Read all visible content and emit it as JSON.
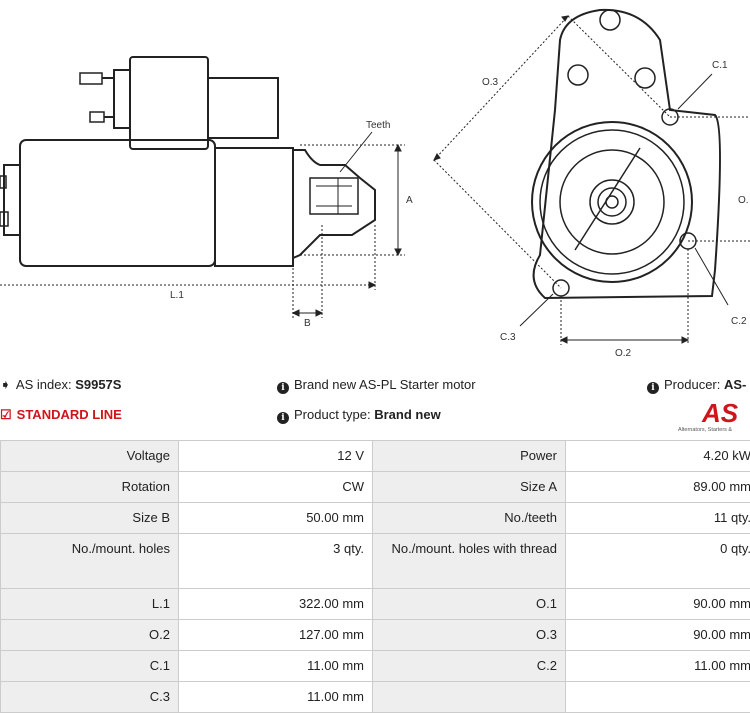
{
  "drawing": {
    "labels": {
      "teeth": "Teeth",
      "a": "A",
      "b": "B",
      "l1": "L.1",
      "o1": "O.",
      "o2": "O.2",
      "o3": "O.3",
      "c1": "C.1",
      "c2": "C.2",
      "c3": "C.3"
    }
  },
  "info": {
    "as_index_label": "AS index:",
    "as_index_value": "S9957S",
    "line": "STANDARD LINE",
    "description": "Brand new AS-PL Starter motor",
    "product_type_label": "Product type:",
    "product_type_value": "Brand new",
    "producer_label": "Producer:",
    "producer_value": "AS-",
    "logo_text": "AS",
    "logo_tagline": "Alternators, Starters &",
    "accent_color": "#d0141b"
  },
  "specs": [
    {
      "l1": "Voltage",
      "v1": "12 V",
      "l2": "Power",
      "v2": "4.20 kW"
    },
    {
      "l1": "Rotation",
      "v1": "CW",
      "l2": "Size A",
      "v2": "89.00 mm"
    },
    {
      "l1": "Size B",
      "v1": "50.00 mm",
      "l2": "No./teeth",
      "v2": "11 qty."
    },
    {
      "l1": "No./mount. holes",
      "v1": "3 qty.",
      "l2": "No./mount. holes with thread",
      "v2": "0 qty."
    },
    {
      "l1": "L.1",
      "v1": "322.00 mm",
      "l2": "O.1",
      "v2": "90.00 mm"
    },
    {
      "l1": "O.2",
      "v1": "127.00 mm",
      "l2": "O.3",
      "v2": "90.00 mm"
    },
    {
      "l1": "C.1",
      "v1": "11.00 mm",
      "l2": "C.2",
      "v2": "11.00 mm"
    },
    {
      "l1": "C.3",
      "v1": "11.00 mm",
      "l2": "",
      "v2": ""
    }
  ]
}
